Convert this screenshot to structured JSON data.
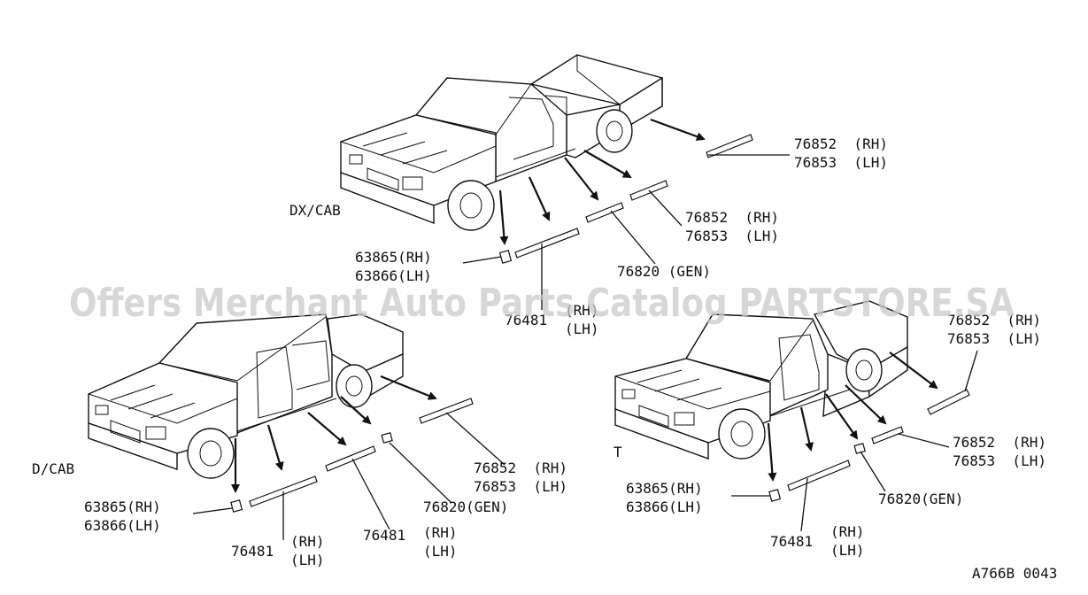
{
  "diagram": {
    "watermark": "Offers Merchant Auto Parts Catalog PARTSTORE.SA",
    "figure_code": "A766B 0043",
    "variants": [
      {
        "name": "DX/CAB",
        "labels": {
          "rear_rh": "76852  (RH)",
          "rear_lh": "76853  (LH)",
          "mid_rh": "76852  (RH)",
          "mid_lh": "76853  (LH)",
          "gen": "76820 (GEN)",
          "clip_rh": "63865(RH)",
          "clip_lh": "63866(LH)",
          "front_num": "76481",
          "front_rh": "(RH)",
          "front_lh": "(LH)"
        }
      },
      {
        "name": "D/CAB",
        "labels": {
          "rear_rh": "76852  (RH)",
          "rear_lh": "76853  (LH)",
          "gen": "76820(GEN)",
          "clip_rh": "63865(RH)",
          "clip_lh": "63866(LH)",
          "front_num": "76481",
          "front_rh": "(RH)",
          "front_lh": "(LH)",
          "mid_num": "76481",
          "mid_rh": "(RH)",
          "mid_lh": "(LH)"
        }
      },
      {
        "name": "T",
        "labels": {
          "top_rh": "76852  (RH)",
          "top_lh": "76853  (LH)",
          "mid_rh": "76852  (RH)",
          "mid_lh": "76853  (LH)",
          "gen": "76820(GEN)",
          "clip_rh": "63865(RH)",
          "clip_lh": "63866(LH)",
          "front_num": "76481",
          "front_rh": "(RH)",
          "front_lh": "(LH)"
        }
      }
    ]
  }
}
